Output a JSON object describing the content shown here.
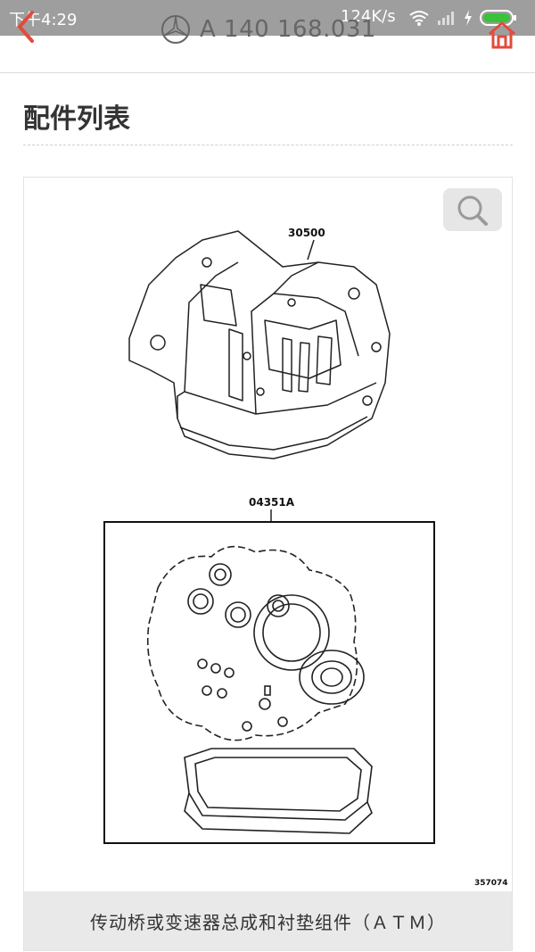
{
  "status_bar": {
    "time": "下午4:29",
    "speed": "124K/s"
  },
  "app_bar": {
    "title": "A 140 168.031",
    "back_icon": "chevron-left-icon",
    "brand_icon": "mercedes-star-icon",
    "home_icon": "home-icon",
    "accent_color": "#e24b3b"
  },
  "section": {
    "title": "配件列表"
  },
  "diagram": {
    "part_labels": [
      "30500",
      "04351A"
    ],
    "figure_code": "357074",
    "zoom_icon": "search-icon"
  },
  "caption": {
    "text": "传动桥或变速器总成和衬垫组件（ＡＴＭ）"
  }
}
